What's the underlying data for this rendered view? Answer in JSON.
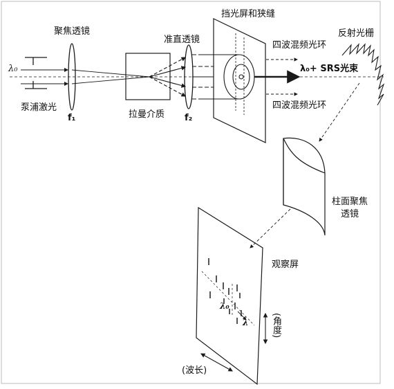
{
  "labels": {
    "focusing_lens": "聚焦透镜",
    "f1": "f₁",
    "lambda0_left": "λ₀",
    "pump_laser": "泵浦激光",
    "raman_medium": "拉曼介质",
    "collimating_lens": "准直透镜",
    "f2": "f₂",
    "screen_slit": "挡光屏和狭缝",
    "fwm_ring_top": "四波混频光环",
    "fwm_ring_bottom": "四波混频光环",
    "srs_beam": "λ₀+ SRS光束",
    "grating": "反射光栅",
    "cyl_lens": "柱面聚焦\n透镜",
    "observation_screen": "观察屏",
    "lambda0_screen": "λ₀",
    "lambda_screen": "λ",
    "angle": "(角度)",
    "wavelength": "(波长)"
  },
  "colors": {
    "line": "#1a1a1a",
    "background": "#ffffff"
  }
}
